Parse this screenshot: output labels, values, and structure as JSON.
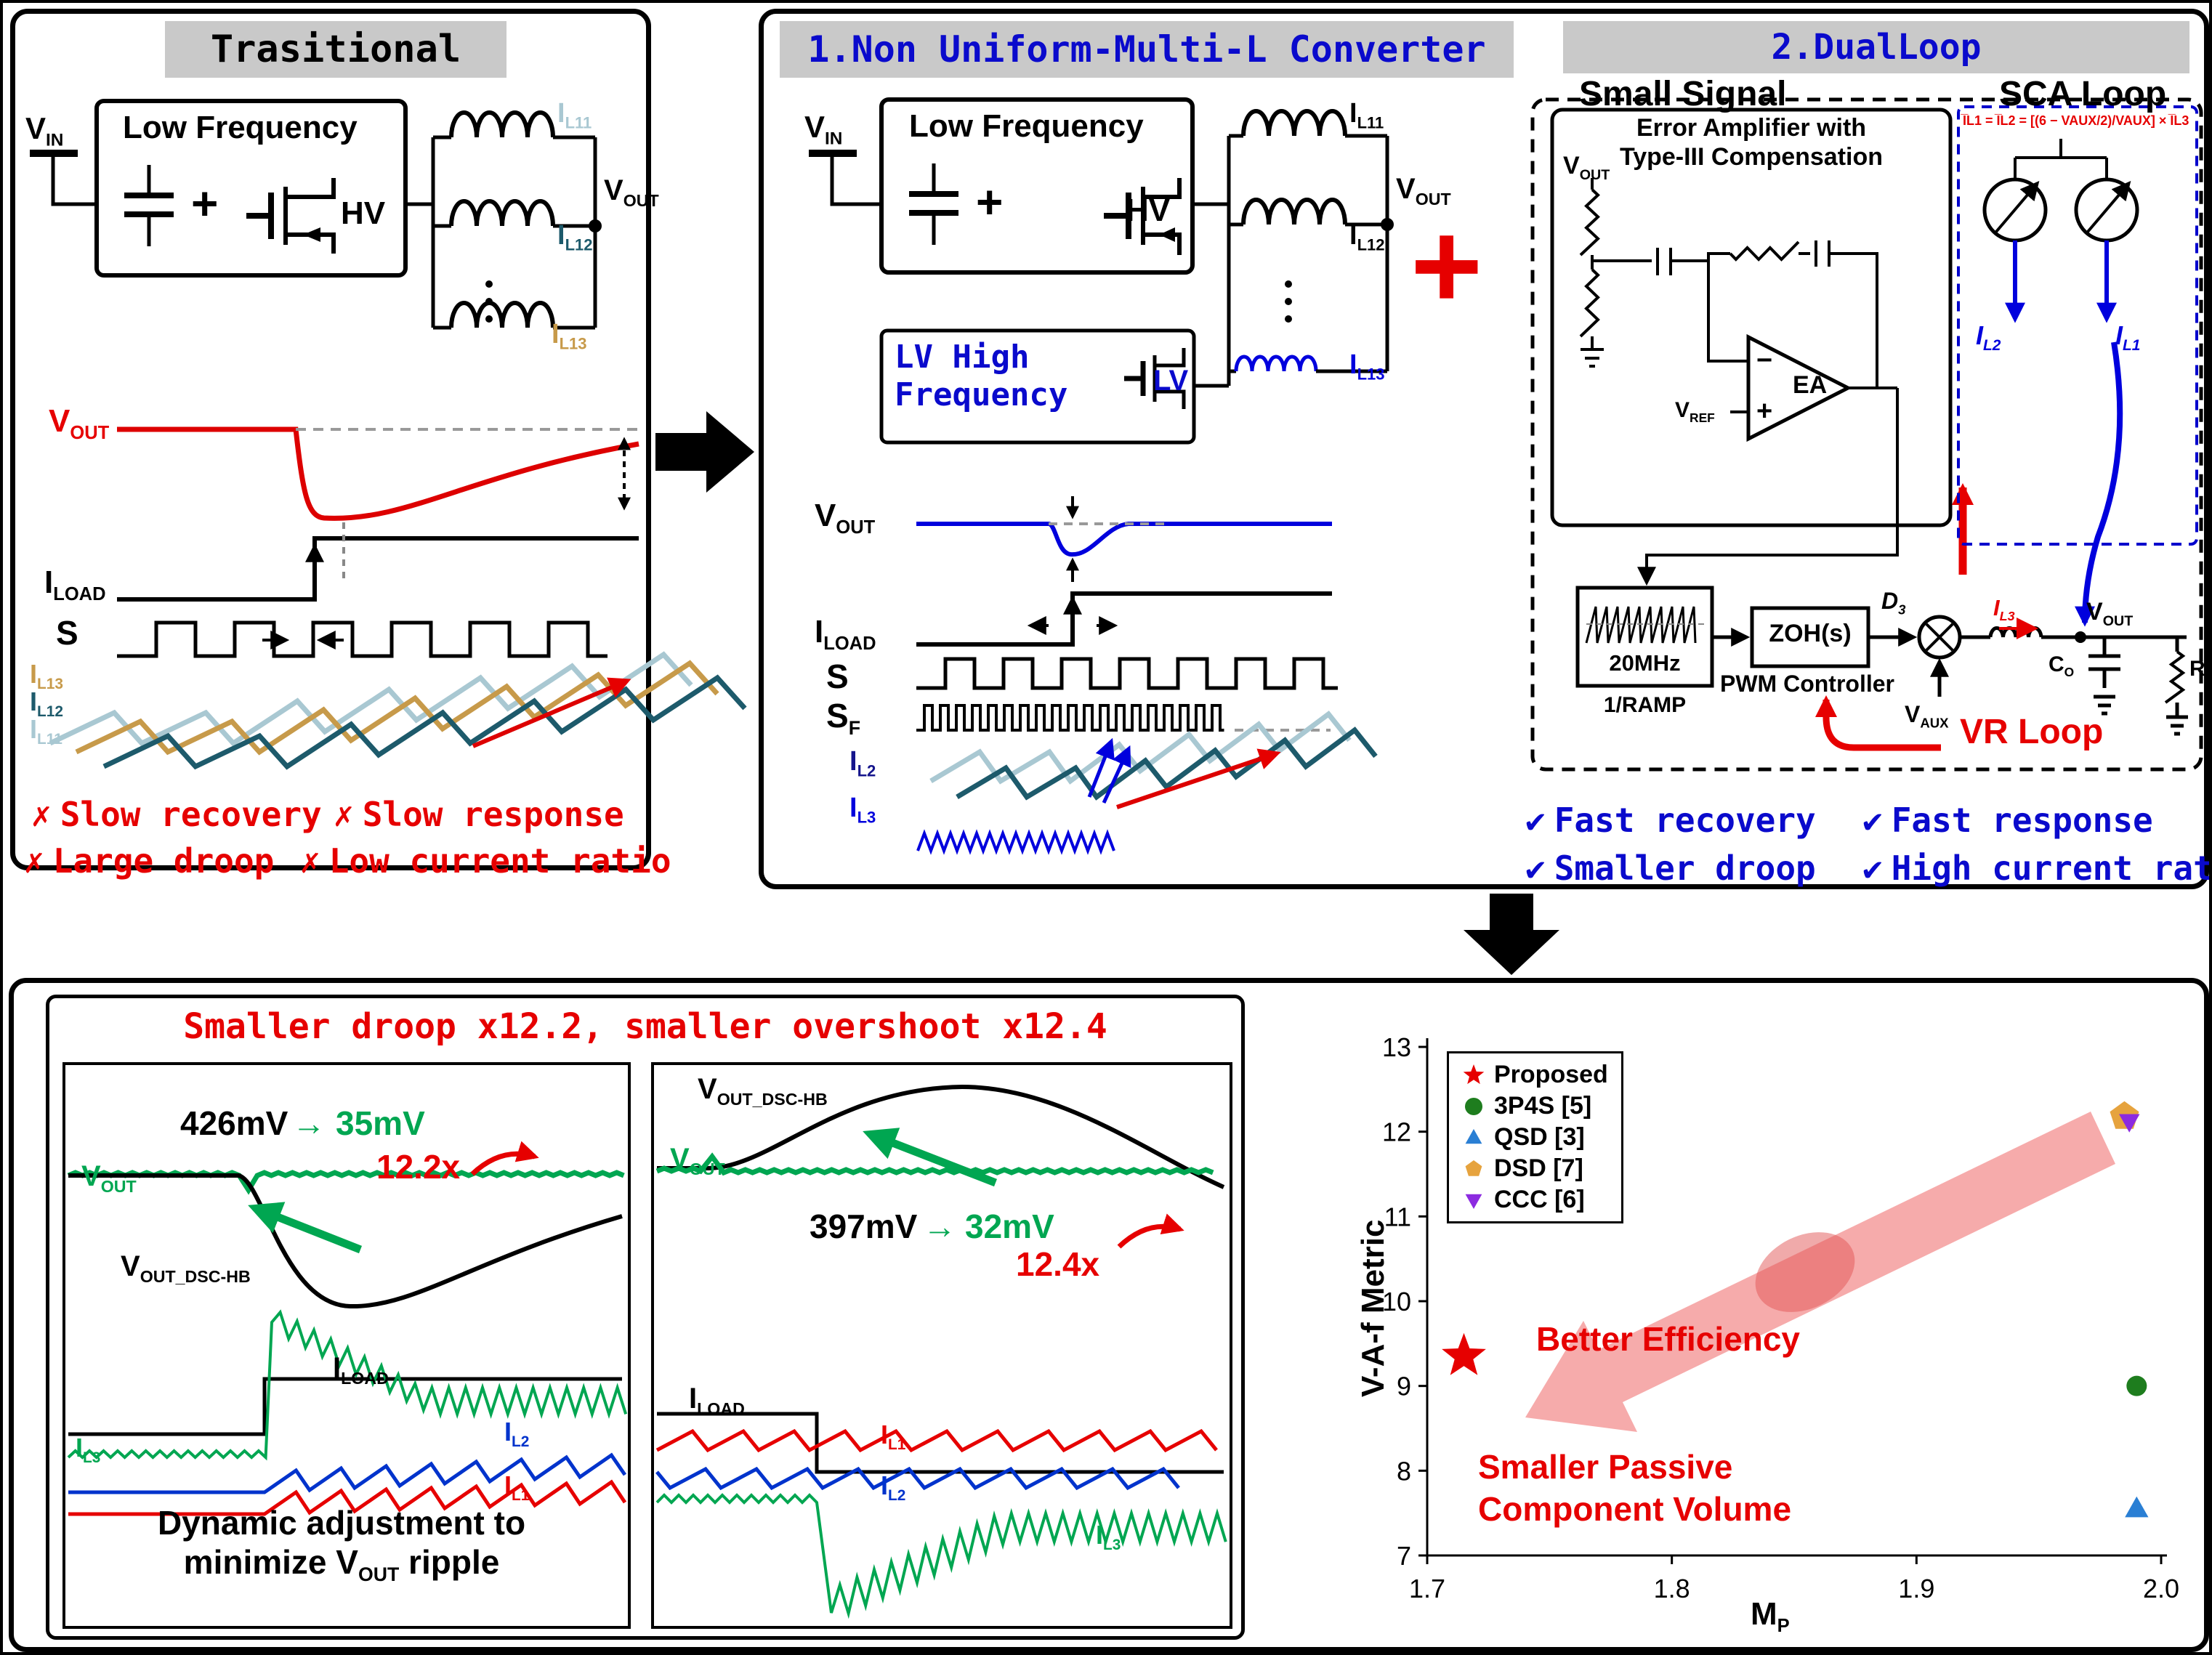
{
  "colors": {
    "accent_red": "#e60000",
    "accent_blue": "#0a0acc",
    "green_trace": "#00a651",
    "teal_trace": "#1d5a6b",
    "lightblue_trace": "#a9c8d2",
    "tan_trace": "#c79a4a",
    "blue_trace": "#0000dd",
    "title_bar_gray": "#c9c9c9"
  },
  "traditional": {
    "title": "Trasitional",
    "circuit": {
      "vin": {
        "b": "V",
        "s": "IN"
      },
      "low_freq": "Low Frequency",
      "plus": "+",
      "hv": "HV",
      "il11": {
        "b": "I",
        "s": "L11"
      },
      "il12": {
        "b": "I",
        "s": "L12"
      },
      "il13": {
        "b": "I",
        "s": "L13"
      },
      "vout": {
        "b": "V",
        "s": "OUT"
      }
    },
    "waveforms": {
      "vout": {
        "b": "V",
        "s": "OUT"
      },
      "iload": {
        "b": "I",
        "s": "LOAD"
      },
      "s": "S",
      "il13": {
        "b": "I",
        "s": "L13"
      },
      "il12": {
        "b": "I",
        "s": "L12"
      },
      "il11": {
        "b": "I",
        "s": "L11"
      }
    },
    "cons": [
      {
        "mark": "✗",
        "text": "Slow recovery"
      },
      {
        "mark": "✗",
        "text": "Slow response"
      },
      {
        "mark": "✗",
        "text": "Large droop"
      },
      {
        "mark": "✗",
        "text": "Low current ratio"
      }
    ]
  },
  "converter": {
    "title": "1.Non Uniform-Multi-L Converter",
    "circuit": {
      "vin": {
        "b": "V",
        "s": "IN"
      },
      "low_freq": "Low Frequency",
      "plus": "+",
      "hv": "HV",
      "lv_line1": "LV High",
      "lv_line2": "Frequency",
      "lv": "LV",
      "il11": {
        "b": "I",
        "s": "L11"
      },
      "il12": {
        "b": "I",
        "s": "L12"
      },
      "il13": {
        "b": "I",
        "s": "L13"
      },
      "vout": {
        "b": "V",
        "s": "OUT"
      }
    },
    "waveforms": {
      "vout": {
        "b": "V",
        "s": "OUT"
      },
      "iload": {
        "b": "I",
        "s": "LOAD"
      },
      "s": "S",
      "sf": {
        "b": "S",
        "s": "F"
      },
      "il2": {
        "b": "I",
        "s": "L2"
      },
      "il3": {
        "b": "I",
        "s": "L3"
      }
    },
    "plus_sign": "+"
  },
  "dualloop": {
    "title": "2.DualLoop",
    "small_signal_title": "Small Signal",
    "sca_title": "SCA Loop",
    "ea_box": {
      "title_line1": "Error Amplifier with",
      "title_line2": "Type-III Compensation",
      "vout": {
        "b": "V",
        "s": "OUT"
      },
      "vref": {
        "b": "V",
        "s": "REF"
      },
      "ea": "EA",
      "minus": "−",
      "plus": "+"
    },
    "pwm": {
      "mhz": "20MHz",
      "ramp": "1/RAMP",
      "zoh": "ZOH(s)",
      "controller": "PWM Controller",
      "d3": {
        "b": "D",
        "s": "3"
      },
      "vaux": {
        "b": "V",
        "s": "AUX"
      },
      "vr_loop": "VR Loop",
      "il3": {
        "b": "I",
        "s": "L3"
      },
      "vout": {
        "b": "V",
        "s": "OUT"
      },
      "co": {
        "b": "C",
        "s": "O"
      },
      "ro": {
        "b": "R",
        "s": "O"
      }
    },
    "sca": {
      "formula": "I̅L1 = I̅L2 = [(6 − VAUX/2)/VAUX] × I̅L3",
      "il2": {
        "b": "I",
        "s": "L2"
      },
      "il1": {
        "b": "I",
        "s": "L1"
      }
    },
    "pros": [
      {
        "mark": "✔",
        "text": "Fast recovery"
      },
      {
        "mark": "✔",
        "text": "Fast response"
      },
      {
        "mark": "✔",
        "text": "Smaller droop"
      },
      {
        "mark": "✔",
        "text": "High current ratio"
      }
    ]
  },
  "results": {
    "title": "Smaller droop x12.2, smaller overshoot x12.4",
    "left_scope": {
      "before": "426mV",
      "arrow": "→",
      "after": "35mV",
      "ratio": "12.2x",
      "vout": {
        "b": "V",
        "s": "OUT"
      },
      "vout_dsc": {
        "b": "V",
        "s": "OUT_DSC-HB"
      },
      "iload": {
        "b": "I",
        "s": "LOAD"
      },
      "il3": {
        "b": "I",
        "s": "L3"
      },
      "il2": {
        "b": "I",
        "s": "L2"
      },
      "il1": {
        "b": "I",
        "s": "L1"
      },
      "caption_line1": "Dynamic adjustment to",
      "caption_line2_pre": "minimize V",
      "caption_line2_sub": "OUT",
      "caption_line2_post": " ripple"
    },
    "right_scope": {
      "vout_dsc": {
        "b": "V",
        "s": "OUT_DSC-HB"
      },
      "vout": {
        "b": "V",
        "s": "OUT"
      },
      "before": "397mV",
      "arrow": "→",
      "after": "32mV",
      "ratio": "12.4x",
      "iload": {
        "b": "I",
        "s": "LOAD"
      },
      "il1": {
        "b": "I",
        "s": "L1"
      },
      "il2": {
        "b": "I",
        "s": "L2"
      },
      "il3": {
        "b": "I",
        "s": "L3"
      }
    }
  },
  "chart_data": {
    "type": "scatter",
    "xlabel_base": "M",
    "xlabel_sub": "P",
    "ylabel": "V-A-f Metric",
    "xlim": [
      1.7,
      2.0
    ],
    "ylim": [
      7,
      13
    ],
    "xticks": [
      "1.7",
      "1.8",
      "1.9",
      "2.0"
    ],
    "yticks": [
      7,
      8,
      9,
      10,
      11,
      12,
      13
    ],
    "legend_position": "top-left",
    "grid": false,
    "series": [
      {
        "name": "Proposed",
        "marker": "star",
        "color": "#e60000",
        "points": [
          [
            1.715,
            9.35
          ]
        ]
      },
      {
        "name": "3P4S [5]",
        "marker": "circle",
        "color": "#1e7d1e",
        "points": [
          [
            1.99,
            9.0
          ]
        ]
      },
      {
        "name": "QSD [3]",
        "marker": "triangle-up",
        "color": "#2a7fd4",
        "points": [
          [
            1.99,
            7.55
          ]
        ]
      },
      {
        "name": "DSD [7]",
        "marker": "pentagon",
        "color": "#e6a33e",
        "points": [
          [
            1.985,
            12.18
          ]
        ]
      },
      {
        "name": "CCC [6]",
        "marker": "triangle-down",
        "color": "#8c2be0",
        "points": [
          [
            1.987,
            12.12
          ]
        ]
      }
    ],
    "annotations": [
      {
        "text": "Better Efficiency"
      },
      {
        "text": "Smaller Passive Component Volume"
      }
    ]
  }
}
